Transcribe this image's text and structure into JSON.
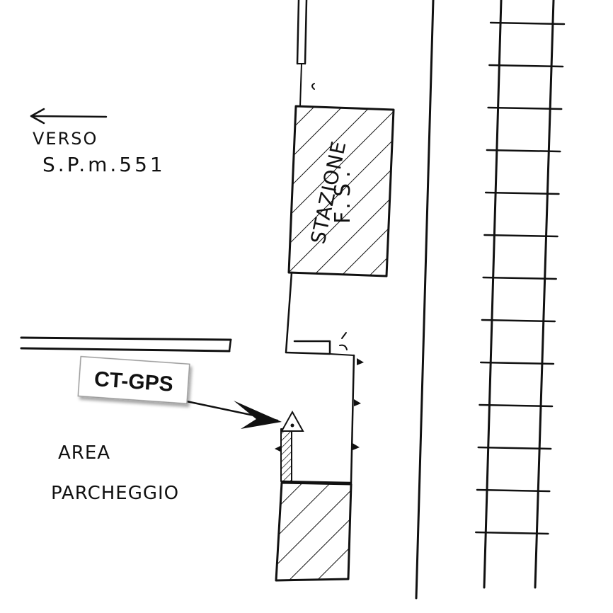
{
  "direction_note": {
    "line1": "VERSO",
    "line2": "S.P.m.551",
    "arrow_icon": "arrow-left-icon"
  },
  "station": {
    "line1": "STAZIONE",
    "line2": "F.S."
  },
  "parking": {
    "line1": "AREA",
    "line2": "PARCHEGGIO"
  },
  "gps_marker": {
    "label": "CT-GPS",
    "icon": "survey-point-triangle-icon"
  },
  "colors": {
    "ink": "#111111",
    "paper": "#ffffff",
    "label_border": "#9a9a9a"
  }
}
